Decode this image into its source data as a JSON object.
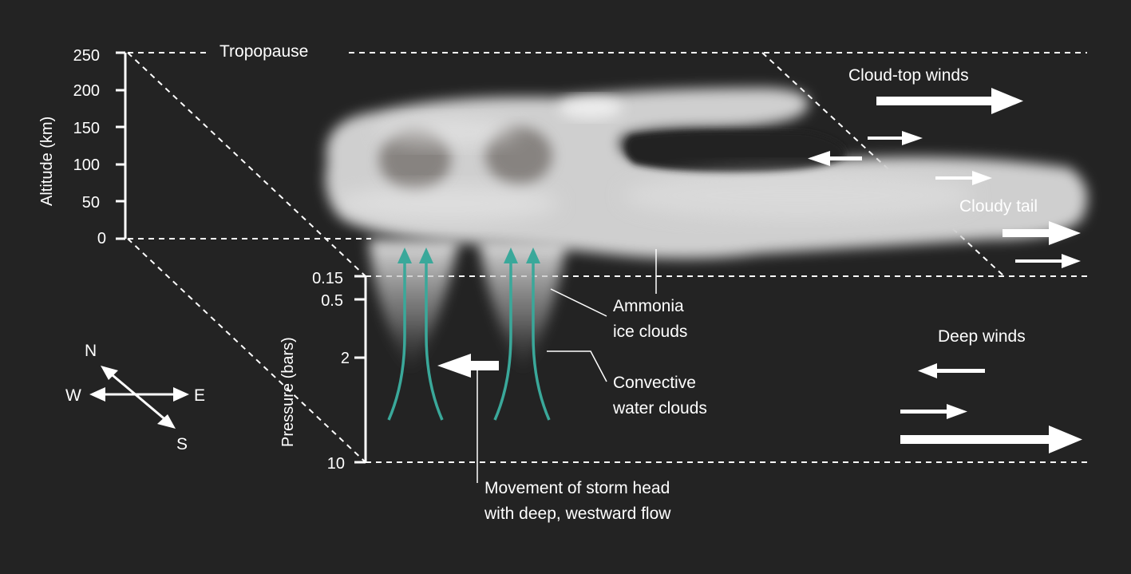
{
  "altitude_axis": {
    "title": "Altitude (km)",
    "ticks": [
      "250",
      "200",
      "150",
      "100",
      "50",
      "0"
    ]
  },
  "pressure_axis": {
    "title": "Pressure (bars)",
    "ticks": [
      "0.15",
      "0.5",
      "2",
      "10"
    ]
  },
  "labels": {
    "tropopause": "Tropopause",
    "cloud_top_winds": "Cloud-top winds",
    "cloudy_tail": "Cloudy tail",
    "ammonia_line1": "Ammonia",
    "ammonia_line2": "ice clouds",
    "convective_line1": "Convective",
    "convective_line2": "water clouds",
    "deep_winds": "Deep winds",
    "storm_line1": "Movement of storm head",
    "storm_line2": "with deep, westward flow"
  },
  "compass": {
    "north": "N",
    "south": "S",
    "east": "E",
    "west": "W"
  },
  "colors": {
    "background": "#232323",
    "foreground": "#ffffff",
    "updraft": "#3aa89a",
    "cloud": "#d8d8d8"
  }
}
